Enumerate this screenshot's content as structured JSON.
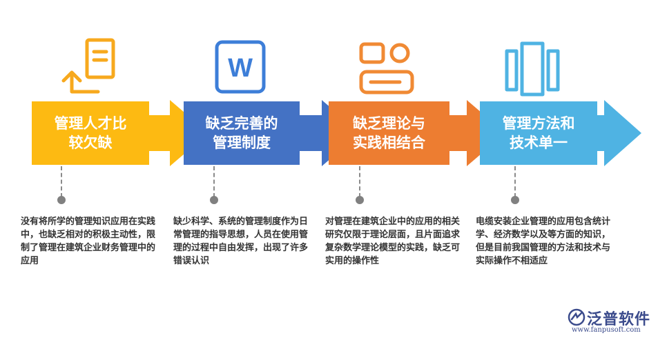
{
  "colors": {
    "yellow": "#FDBA12",
    "blue": "#4472C4",
    "orange": "#ED7D31",
    "sky": "#4FB3E3",
    "arrow": "#4FA9E0",
    "icon_yellow": "#F7A91E",
    "icon_blue": "#3D7ED8",
    "icon_orange": "#F08A34",
    "icon_sky": "#4FB3E3",
    "dot": "#808080",
    "logo": "#3B4B8C"
  },
  "steps": [
    {
      "icon": "document-return-icon",
      "title": "管理人才比\n较欠缺",
      "description": "没有将所学的管理知识应用在实践中，也缺乏相对的积极主动性，限制了管理在建筑企业财务管理中的应用"
    },
    {
      "icon": "word-document-icon",
      "title": "缺乏完善的\n管理制度",
      "description": "缺少科学、系统的管理制度作为日常管理的指导思想，人员在使用管理的过程中自由发挥，出现了许多错误认识"
    },
    {
      "icon": "toggle-card-icon",
      "title": "缺乏理论与\n实践相结合",
      "description": "对管理在建筑企业中的应用的相关研究仅限于理论层面，且片面追求复杂数学理论模型的实践，缺乏可实用的操作性"
    },
    {
      "icon": "panels-icon",
      "title": "管理方法和\n技术单一",
      "description": "电缆安装企业管理的应用包含统计学、经济数学以及等方面的知识，但是目前我国管理的方法和技术与实际操作不相适应"
    }
  ],
  "logo": {
    "name": "泛普软件",
    "url": "www.fanpusoft.com"
  }
}
